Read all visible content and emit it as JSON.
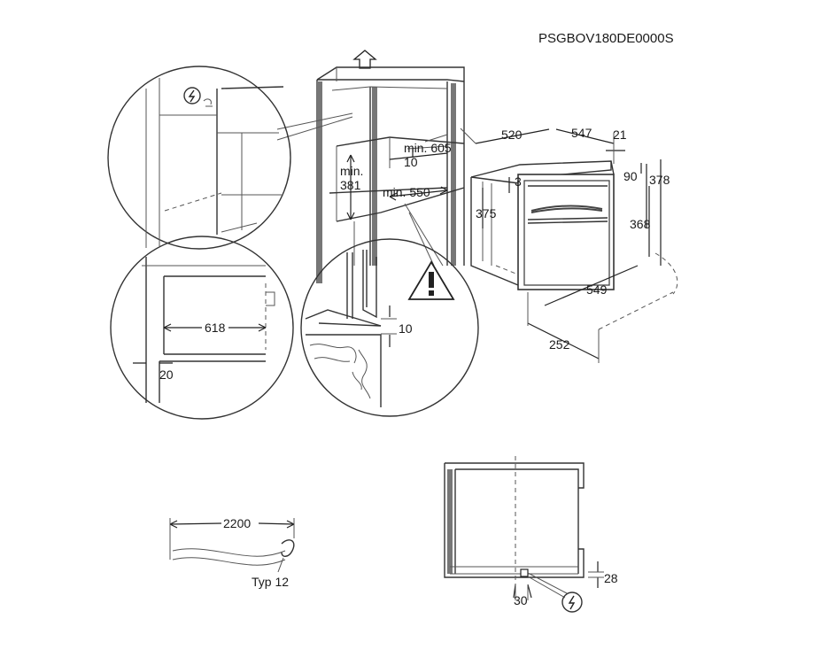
{
  "model_code": "PSGBOV180DE0000S",
  "cabinet": {
    "min_605": "min. 605",
    "min_550": "min. 550",
    "gap_10": "10",
    "min_label": "min.",
    "min_381": "381"
  },
  "oven": {
    "d520": "520",
    "d547": "547",
    "d21": "21",
    "d3": "3",
    "d90": "90",
    "d378": "378",
    "d375": "375",
    "d368": "368",
    "d549": "549",
    "d252": "252"
  },
  "detail_left": {
    "d618": "618",
    "d20": "20"
  },
  "detail_warning": {
    "d10": "10"
  },
  "cable": {
    "length": "2200",
    "type": "Typ 12"
  },
  "front_view": {
    "d28": "28",
    "d30": "30"
  },
  "icons": [
    "power-symbol-icon",
    "warning-triangle-icon",
    "up-arrow-icon"
  ]
}
